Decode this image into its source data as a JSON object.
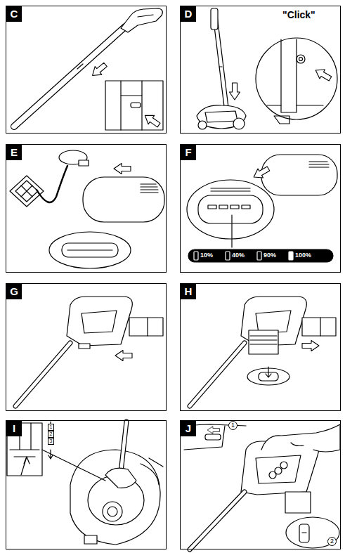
{
  "diagram": {
    "nodes": [
      {
        "text": [
          "C"
        ]
      },
      {
        "text": [
          "D"
        ]
      },
      {
        "text": [
          "E"
        ]
      },
      {
        "text": [
          "F"
        ]
      },
      {
        "text": [
          "G"
        ]
      },
      {
        "text": [
          "H"
        ]
      },
      {
        "text": [
          "I"
        ]
      },
      {
        "text": [
          "J"
        ]
      }
    ],
    "labels": [
      "\"Click\"",
      "10%",
      "40%",
      "90%",
      "100%",
      "1",
      "2",
      "3",
      "1",
      "2"
    ]
  }
}
